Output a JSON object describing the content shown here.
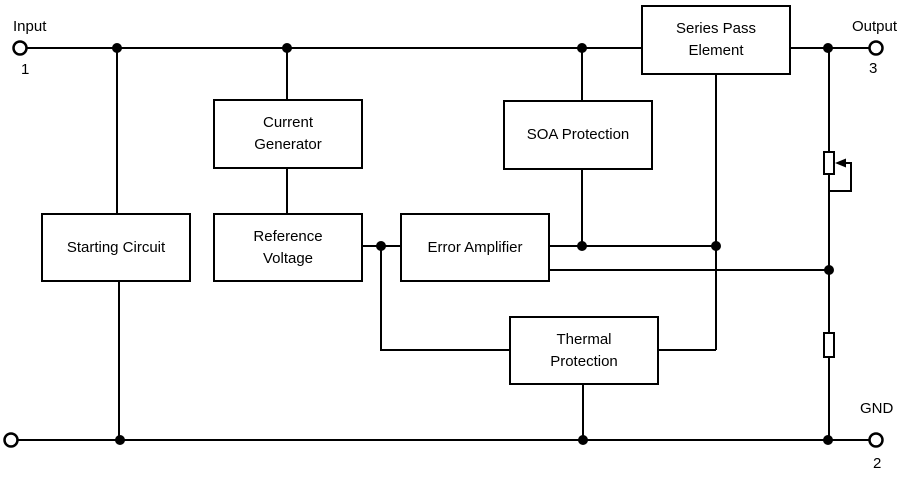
{
  "colors": {
    "line": "#000000",
    "background": "#ffffff",
    "box_fill": "#ffffff"
  },
  "terminals": {
    "input": {
      "label": "Input",
      "pin": "1"
    },
    "output": {
      "label": "Output",
      "pin": "3"
    },
    "ground": {
      "label": "GND",
      "pin": "2"
    }
  },
  "blocks": {
    "series_pass": {
      "lines": [
        "Series Pass",
        "Element"
      ]
    },
    "current_generator": {
      "lines": [
        "Current",
        "Generator"
      ]
    },
    "soa_protection": {
      "lines": [
        "SOA Protection"
      ]
    },
    "starting_circuit": {
      "lines": [
        "Starting Circuit"
      ]
    },
    "reference_voltage": {
      "lines": [
        "Reference",
        "Voltage"
      ]
    },
    "error_amplifier": {
      "lines": [
        "Error Amplifier"
      ]
    },
    "thermal_protection": {
      "lines": [
        "Thermal",
        "Protection"
      ]
    }
  }
}
